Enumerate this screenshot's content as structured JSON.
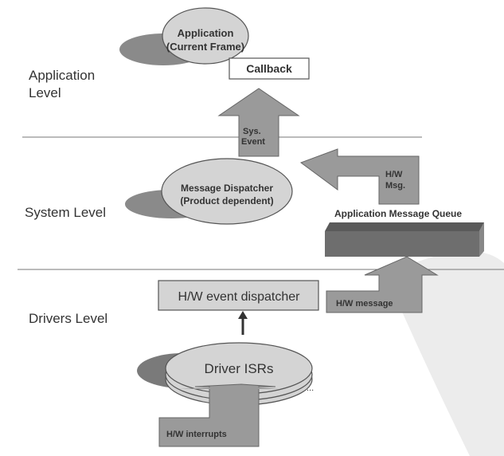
{
  "levels": {
    "application": [
      "Application",
      "Level"
    ],
    "system": "System Level",
    "drivers": "Drivers Level"
  },
  "application_node": {
    "line1": "Application",
    "line2": "(Current Frame)",
    "callback": "Callback"
  },
  "sys_event_arrow": {
    "line1": "Sys.",
    "line2": "Event"
  },
  "hw_msg_arrow": {
    "line1": "H/W",
    "line2": "Msg."
  },
  "dispatcher_node": {
    "line1": "Message Dispatcher",
    "line2": "(Product dependent)"
  },
  "queue": {
    "label": "Application Message Queue"
  },
  "hw_event_dispatcher": {
    "label": "H/W event dispatcher"
  },
  "hw_message_arrow": {
    "label": "H/W message"
  },
  "driver_isrs": {
    "label": "Driver ISRs",
    "ellipsis": "..."
  },
  "hw_interrupts_arrow": {
    "label": "H/W interrupts"
  },
  "colors": {
    "node_fill": "#d4d4d4",
    "arrow_fill": "#9a9a9a",
    "shadow": "#8a8a8a",
    "queue_fill": "#6e6e6e",
    "watermark": "#ececec"
  }
}
